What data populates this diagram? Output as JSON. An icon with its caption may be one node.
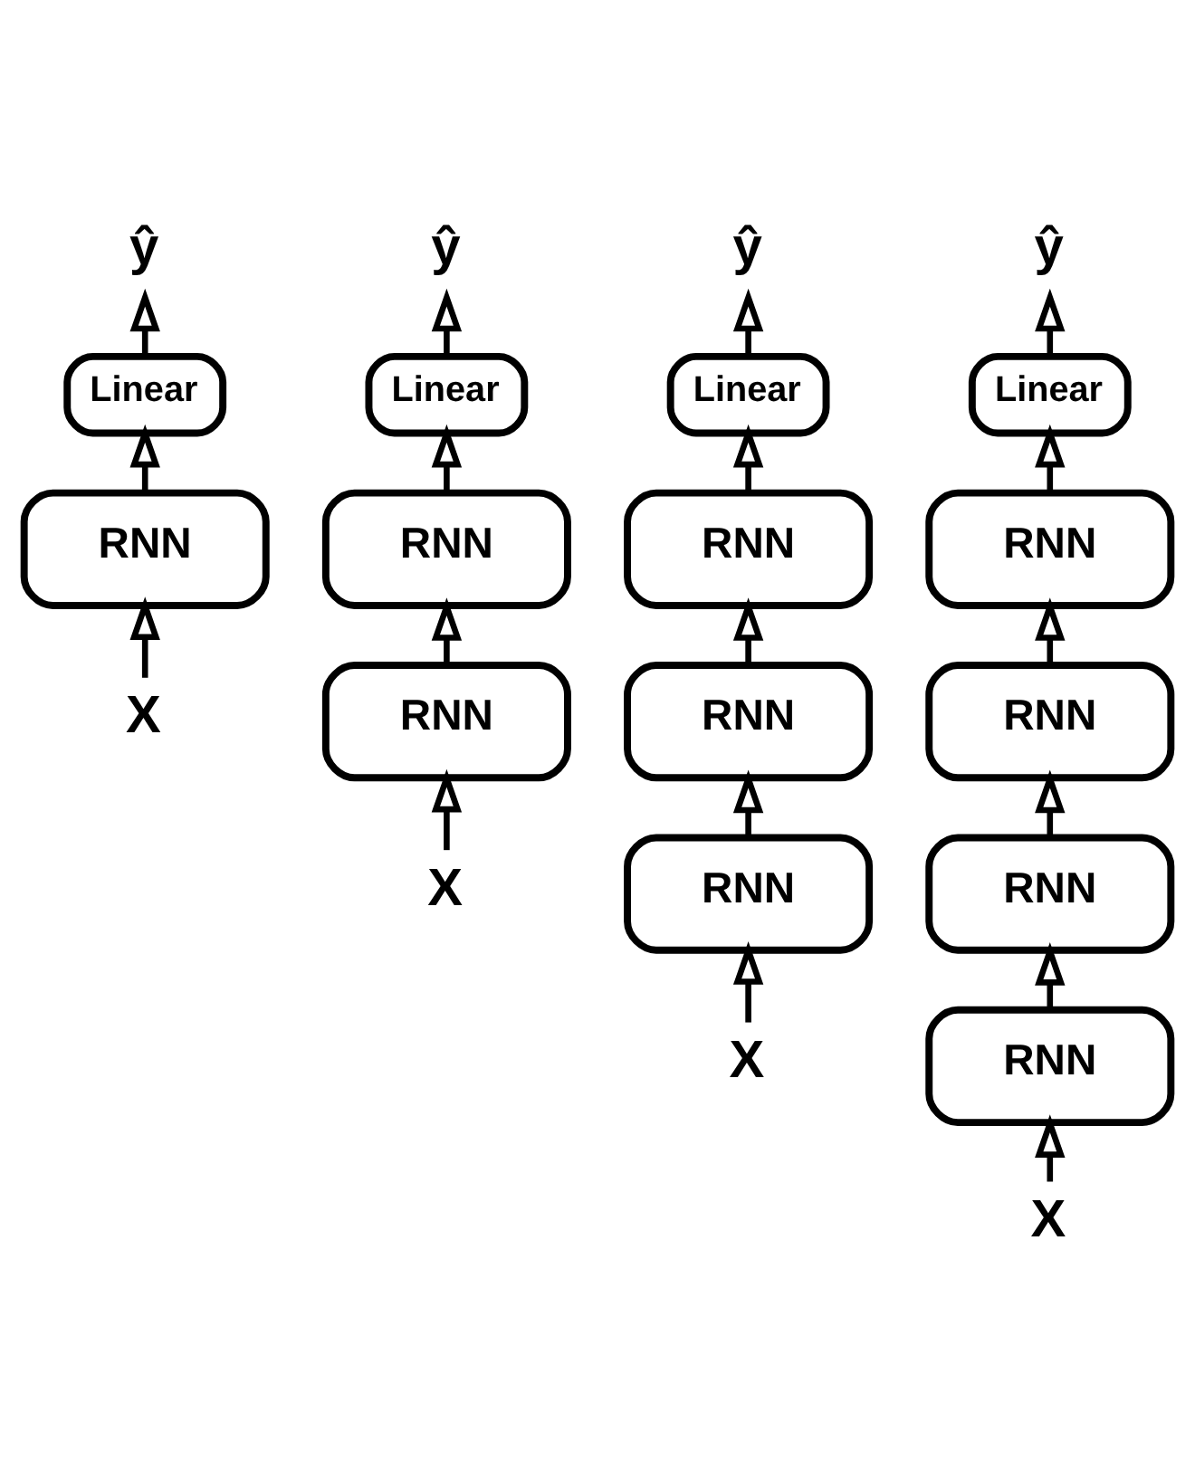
{
  "diagram": {
    "nodes": [
      {
        "text": [
          "ŷ"
        ]
      },
      {
        "text": [
          "Linear"
        ]
      },
      {
        "text": [
          "RNN"
        ]
      },
      {
        "text": [
          "X"
        ]
      },
      {
        "text": [
          "ŷ"
        ]
      },
      {
        "text": [
          "Linear"
        ]
      },
      {
        "text": [
          "RNN"
        ]
      },
      {
        "text": [
          "RNN"
        ]
      },
      {
        "text": [
          "X"
        ]
      },
      {
        "text": [
          "ŷ"
        ]
      },
      {
        "text": [
          "Linear"
        ]
      },
      {
        "text": [
          "RNN"
        ]
      },
      {
        "text": [
          "RNN"
        ]
      },
      {
        "text": [
          "RNN"
        ]
      },
      {
        "text": [
          "X"
        ]
      },
      {
        "text": [
          "ŷ"
        ]
      },
      {
        "text": [
          "Linear"
        ]
      },
      {
        "text": [
          "RNN"
        ]
      },
      {
        "text": [
          "RNN"
        ]
      },
      {
        "text": [
          "RNN"
        ]
      },
      {
        "text": [
          "RNN"
        ]
      },
      {
        "text": [
          "X"
        ]
      }
    ],
    "edges": [
      {
        "from": 3,
        "to": 2,
        "arrow": "to"
      },
      {
        "from": 2,
        "to": 1,
        "arrow": "to"
      },
      {
        "from": 1,
        "to": 0,
        "arrow": "to"
      },
      {
        "from": 8,
        "to": 7,
        "arrow": "to"
      },
      {
        "from": 7,
        "to": 6,
        "arrow": "to"
      },
      {
        "from": 6,
        "to": 5,
        "arrow": "to"
      },
      {
        "from": 5,
        "to": 4,
        "arrow": "to"
      },
      {
        "from": 14,
        "to": 13,
        "arrow": "to"
      },
      {
        "from": 13,
        "to": 12,
        "arrow": "to"
      },
      {
        "from": 12,
        "to": 11,
        "arrow": "to"
      },
      {
        "from": 11,
        "to": 10,
        "arrow": "to"
      },
      {
        "from": 10,
        "to": 9,
        "arrow": "to"
      },
      {
        "from": 21,
        "to": 20,
        "arrow": "to"
      },
      {
        "from": 20,
        "to": 19,
        "arrow": "to"
      },
      {
        "from": 19,
        "to": 18,
        "arrow": "to"
      },
      {
        "from": 18,
        "to": 17,
        "arrow": "to"
      },
      {
        "from": 17,
        "to": 16,
        "arrow": "to"
      },
      {
        "from": 16,
        "to": 15,
        "arrow": "to"
      }
    ]
  }
}
